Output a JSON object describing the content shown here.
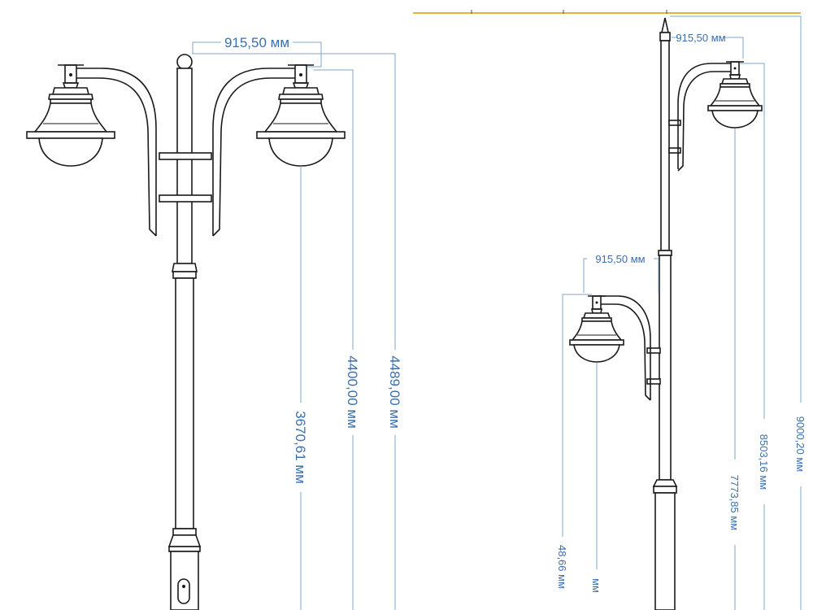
{
  "left_view": {
    "dims": {
      "arm_reach": "915,50 мм",
      "h_lamp_bottom": "3670,61 мм",
      "h_lamp_hook": "4400,00 мм",
      "h_total": "4489,00 мм"
    }
  },
  "right_view": {
    "dims": {
      "upper_arm_reach": "915,50 мм",
      "lower_arm_reach": "915,50 мм",
      "h_upper_lamp_bottom": "7773,85 мм",
      "h_upper_lamp_hook": "8503,16 мм",
      "h_total": "9000,20 мм",
      "h_lower_lamp_hook_partial": "48,66 мм",
      "h_lower_lamp_bottom_partial": "мм"
    }
  },
  "colors": {
    "line": "#1a1a1a",
    "dimension_line": "#7fa7c9",
    "dimension_text": "#3b6fae",
    "top_edge_accent": "#e3b53a"
  }
}
